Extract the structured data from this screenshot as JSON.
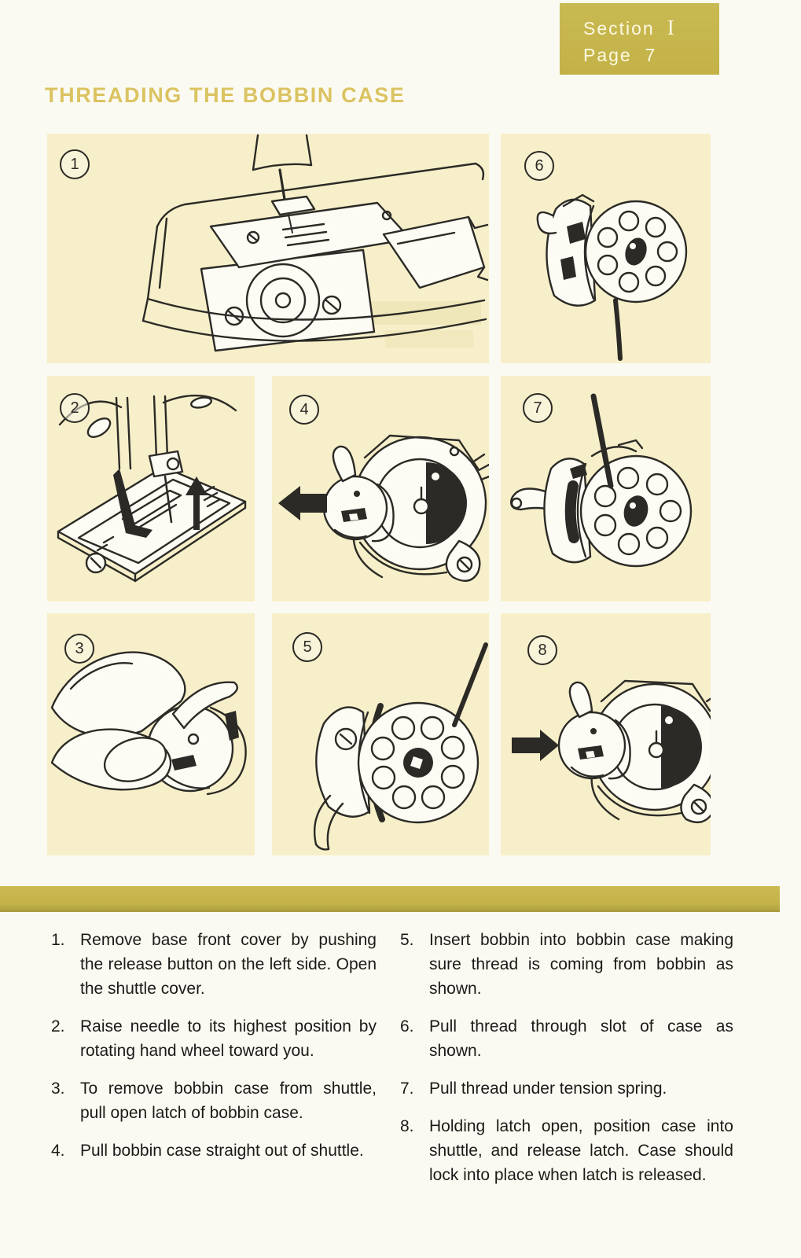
{
  "header": {
    "section_label": "Section",
    "section_numeral": "I",
    "page_label": "Page",
    "page_number": "7"
  },
  "title": "THREADING THE BOBBIN CASE",
  "panels": [
    {
      "number": "1",
      "illustration": "machine-base-shuttle-area"
    },
    {
      "number": "2",
      "illustration": "needle-raised-arrow-up"
    },
    {
      "number": "3",
      "illustration": "hand-opening-bobbin-case-latch"
    },
    {
      "number": "4",
      "illustration": "bobbin-case-pulled-out-arrow-left"
    },
    {
      "number": "5",
      "illustration": "bobbin-inserted-with-thread"
    },
    {
      "number": "6",
      "illustration": "bobbin-case-thread-hanging"
    },
    {
      "number": "7",
      "illustration": "thread-through-slot-of-case"
    },
    {
      "number": "8",
      "illustration": "case-into-shuttle-arrow-right"
    }
  ],
  "instructions": {
    "left": [
      {
        "num": "1.",
        "text": "Remove base front cover by pushing the release button on the left side.  Open the shuttle cover."
      },
      {
        "num": "2.",
        "text": "Raise needle to its highest position by rotating hand wheel toward you."
      },
      {
        "num": "3.",
        "text": "To remove bobbin case from shuttle, pull open latch of bobbin case."
      },
      {
        "num": "4.",
        "text": "Pull bobbin case straight out of shuttle."
      }
    ],
    "right": [
      {
        "num": "5.",
        "text": "Insert bobbin into bobbin case making sure thread is coming from bobbin as shown."
      },
      {
        "num": "6.",
        "text": "Pull thread through slot of case as shown."
      },
      {
        "num": "7.",
        "text": "Pull thread under tension spring."
      },
      {
        "num": "8.",
        "text": "Holding latch open, position case into shuttle, and release latch.  Case should lock into place when latch is released."
      }
    ]
  },
  "colors": {
    "page_background": "#fbfaf2",
    "panel_background": "#f6efc9",
    "olive_band": "#c3b247",
    "title_mustard": "#dbc361",
    "ink": "#2b2a26"
  }
}
